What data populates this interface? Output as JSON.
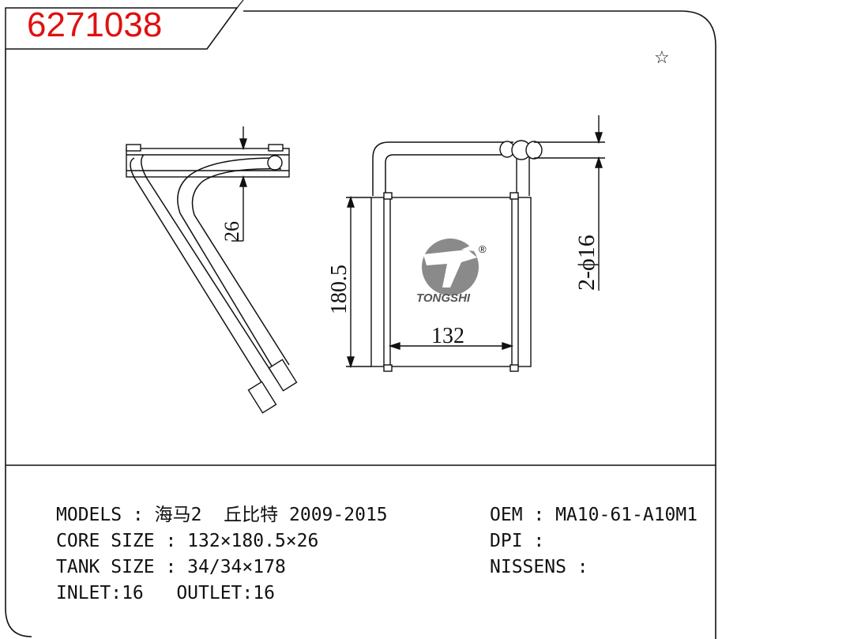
{
  "part_number": "6271038",
  "star_symbol": "☆",
  "dimensions": {
    "depth": "26",
    "height": "180.5",
    "width": "132",
    "pipes": "2-ϕ16"
  },
  "logo": {
    "text": "TONGSHI",
    "registered": "®"
  },
  "specs": {
    "models": "MODELS : 海马2  丘比特 2009-2015",
    "core_size": "CORE SIZE : 132×180.5×26",
    "tank_size": "TANK SIZE : 34/34×178",
    "inlet_outlet": "INLET:16   OUTLET:16",
    "oem": "OEM : MA10-61-A10M1",
    "dpi": "DPI :",
    "nissens": "NISSENS :"
  }
}
